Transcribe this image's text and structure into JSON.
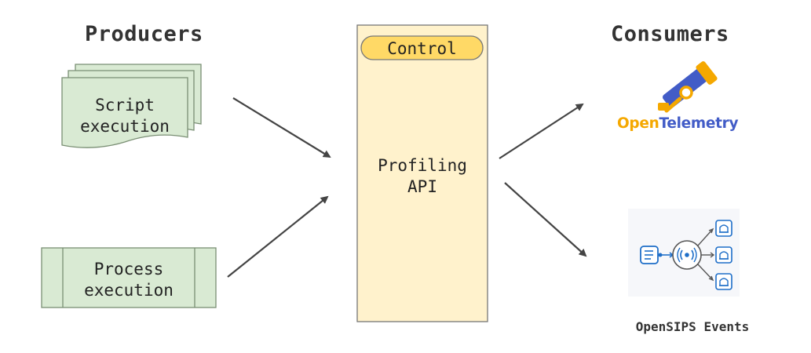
{
  "headings": {
    "producers": "Producers",
    "consumers": "Consumers"
  },
  "producers": {
    "script": {
      "line1": "Script",
      "line2": "execution"
    },
    "process": {
      "line1": "Process",
      "line2": "execution"
    }
  },
  "api": {
    "control_label": "Control",
    "line1": "Profiling",
    "line2": "API"
  },
  "consumers": {
    "opentelemetry": {
      "part1": "Open",
      "part2": "Telemetry",
      "icon": "telescope-icon"
    },
    "opensips_events": {
      "label": "OpenSIPS Events",
      "icon": "event-broadcast-icon"
    }
  },
  "colors": {
    "producer_fill": "#d9ead3",
    "producer_stroke": "#7a8f74",
    "api_fill": "#fff2cc",
    "control_fill": "#ffd966",
    "otel_orange": "#f5a800",
    "otel_blue": "#425cc7",
    "events_blue": "#1e6ec8",
    "arrow": "#444444"
  }
}
